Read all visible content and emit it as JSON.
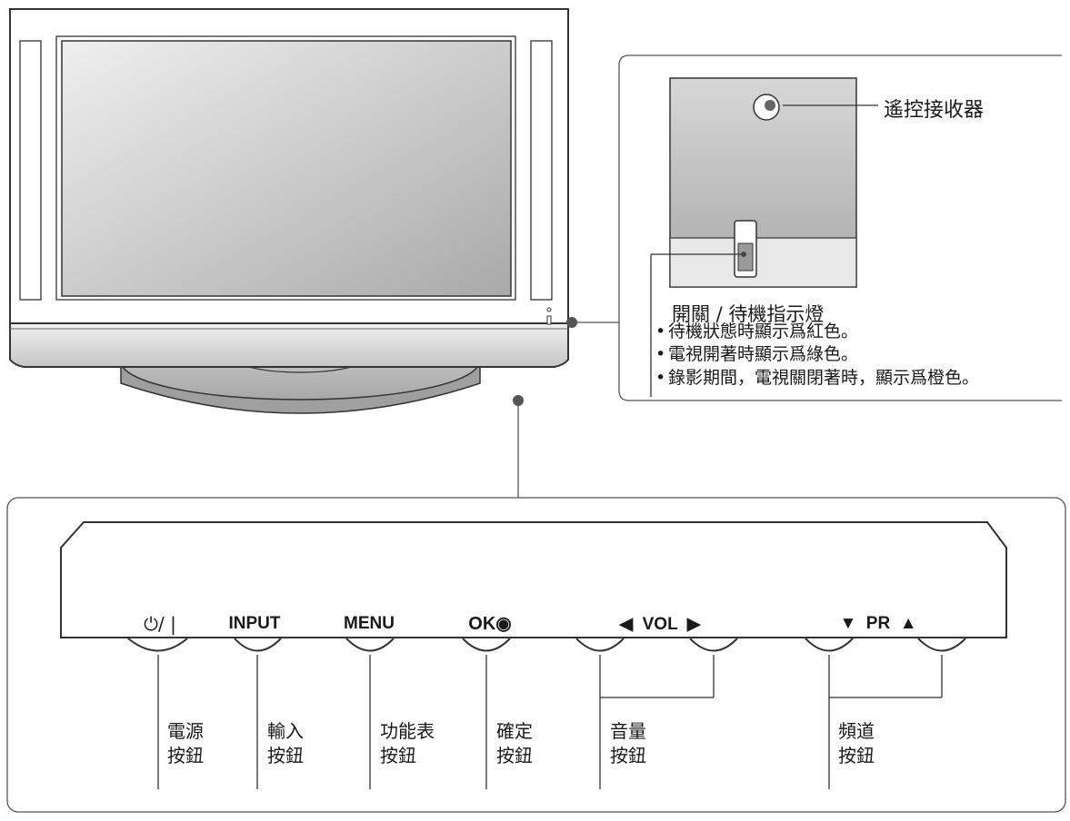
{
  "tv_detail": {
    "remote_sensor_label": "遙控接收器",
    "indicator_title": "開關 / 待機指示燈",
    "indicator_notes": [
      "待機狀態時顯示爲紅色。",
      "電視開著時顯示爲綠色。",
      "錄影期間，電視關閉著時，顯示爲橙色。"
    ]
  },
  "panel": {
    "buttons": [
      {
        "key": "power",
        "symbol": "⏻/ |"
      },
      {
        "key": "input",
        "symbol": "INPUT"
      },
      {
        "key": "menu",
        "symbol": "MENU"
      },
      {
        "key": "ok",
        "symbol": "OK◉"
      },
      {
        "key": "vol",
        "symbol": "◀  VOL  ▶"
      },
      {
        "key": "pr",
        "symbol": "▼  PR  ▲"
      }
    ],
    "captions": [
      {
        "line1": "電源",
        "line2": "按鈕"
      },
      {
        "line1": "輸入",
        "line2": "按鈕"
      },
      {
        "line1": "功能表",
        "line2": "按鈕"
      },
      {
        "line1": "確定",
        "line2": "按鈕"
      },
      {
        "line1": "音量",
        "line2": "按鈕"
      },
      {
        "line1": "頻道",
        "line2": "按鈕"
      }
    ]
  }
}
